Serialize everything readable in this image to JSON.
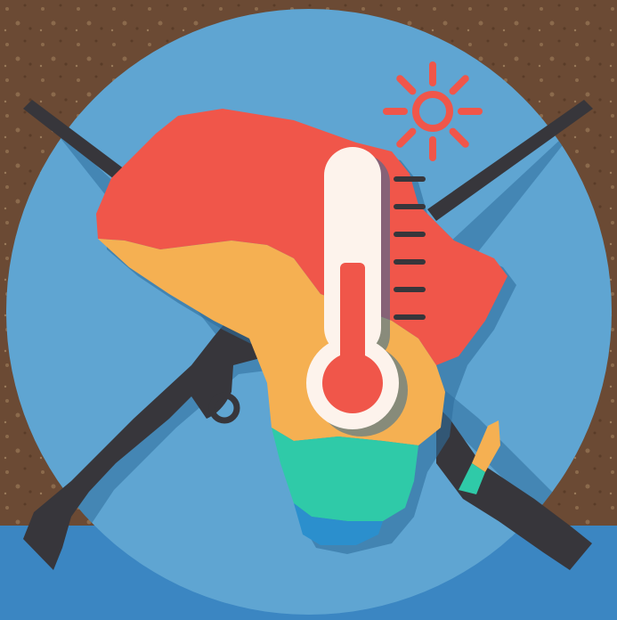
{
  "scene": {
    "colors": {
      "background_dirt": "#6b4a34",
      "background_dirt_light": "#8b6a4c",
      "bottom_band": "#3b86c2",
      "circle": "#5fa5d2",
      "rifle": "#37363b",
      "rifle_shadow": "#2f6e9c",
      "africa_hot": "#f0564a",
      "africa_warm": "#f5b052",
      "africa_mild": "#2fcaa8",
      "africa_cool": "#2b8fcd",
      "thermometer_body": "#fdf3ec",
      "thermometer_liquid": "#f0564a",
      "thermometer_ticks": "#37363b",
      "sun": "#f0564a"
    },
    "icons": [
      "africa-map-icon",
      "thermometer-icon",
      "sun-icon",
      "rifle-icon"
    ],
    "thermometer": {
      "fill_level": 0.5,
      "tick_count": 6
    },
    "sun": {
      "ray_count": 8
    }
  }
}
